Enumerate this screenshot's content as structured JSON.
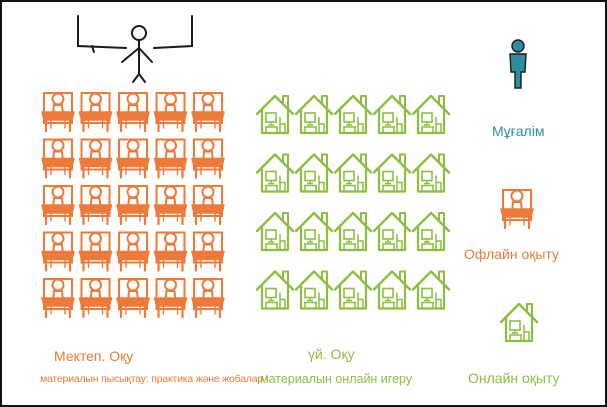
{
  "colors": {
    "orange": "#ee7a3a",
    "green": "#8bbf3f",
    "teal": "#2b8fa0",
    "dark": "#1a1a1a"
  },
  "grids": {
    "desks": {
      "rows": 5,
      "cols": 5,
      "icon": "student-desk-icon"
    },
    "houses": {
      "rows": 4,
      "cols": 5,
      "icon": "house-computer-icon"
    }
  },
  "captions": {
    "school_title": "Мектеп. Оқу",
    "school_sub": "материалын пысықтау: практика және жобалар І",
    "home_title": "үй. Оқу",
    "home_sub": "материалын онлайн игеру"
  },
  "legend": {
    "teacher": "Мұғалім",
    "offline": "Офлайн оқыту",
    "online": "Онлайн оқыту"
  }
}
